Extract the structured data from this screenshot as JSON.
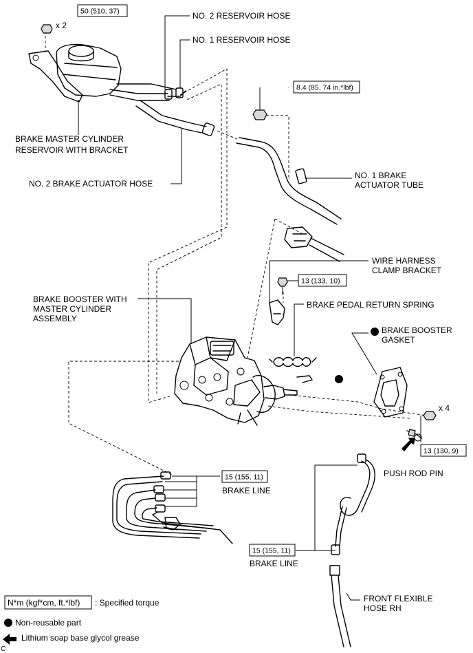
{
  "labels": {
    "no2_reservoir_hose": "NO. 2 RESERVOIR HOSE",
    "no1_reservoir_hose": "NO. 1 RESERVOIR HOSE",
    "reservoir_line1": "BRAKE MASTER CYLINDER",
    "reservoir_line2": "RESERVOIR WITH BRACKET",
    "no2_actuator_hose": "NO. 2 BRAKE ACTUATOR HOSE",
    "no1_tube_line1": "NO. 1 BRAKE",
    "no1_tube_line2": "ACTUATOR TUBE",
    "harness_line1": "WIRE HARNESS",
    "harness_line2": "CLAMP BRACKET",
    "booster_line1": "BRAKE BOOSTER WITH",
    "booster_line2": "MASTER CYLINDER",
    "booster_line3": "ASSEMBLY",
    "return_spring": "BRAKE PEDAL RETURN SPRING",
    "gasket_line1": "BRAKE BOOSTER",
    "gasket_line2": "GASKET",
    "push_rod_pin": "PUSH ROD PIN",
    "brake_line_left": "BRAKE LINE",
    "brake_line_right": "BRAKE LINE",
    "flex_hose_line1": "FRONT FLEXIBLE",
    "flex_hose_line2": "HOSE RH"
  },
  "torques": {
    "reservoir_nut": "50 (510, 37)",
    "actuator_tube_nut": "8.4 (85, 74 in.*lbf)",
    "harness_bolt": "13 (133, 10)",
    "booster_nut": "13 (130, 9)",
    "brake_line_left": "15 (155, 11)",
    "brake_line_right": "15 (155, 11)"
  },
  "quantities": {
    "reservoir_nut": "x 2",
    "booster_nut": "x 4"
  },
  "legend": {
    "torque_box": "N*m (kgf*cm, ft.*lbf)",
    "torque_text": ": Specified torque",
    "non_reusable": "Non-reusable part",
    "grease": "Lithium soap base glycol grease"
  },
  "corner_mark": "C"
}
